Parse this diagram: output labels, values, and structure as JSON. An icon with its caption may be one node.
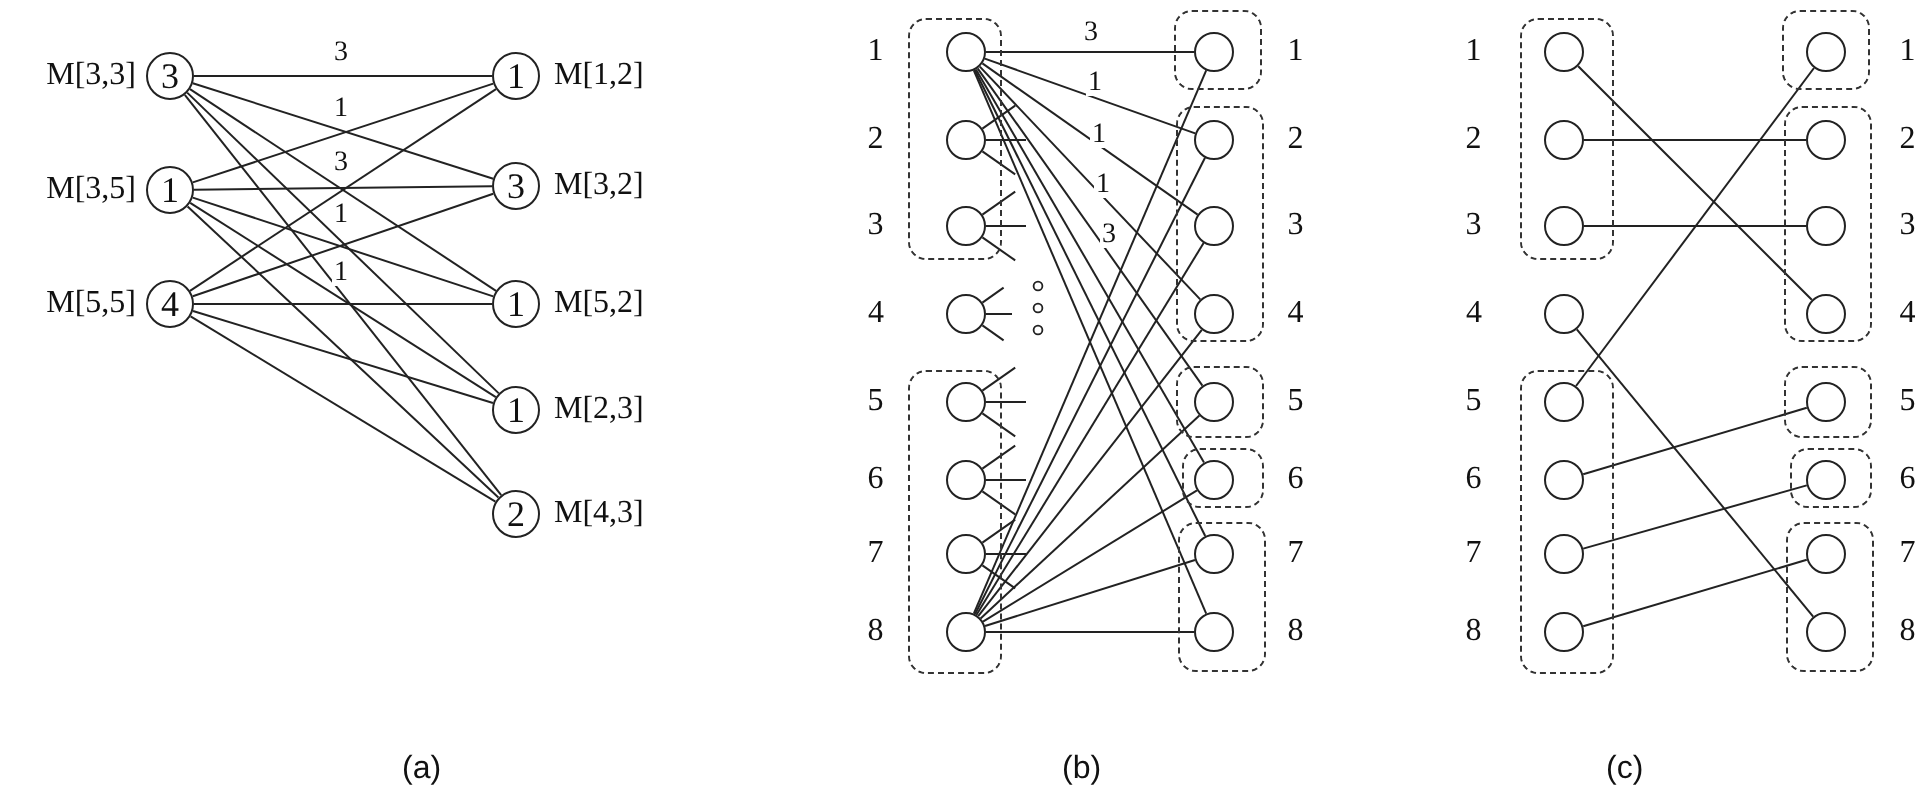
{
  "diagram": {
    "nodes": [
      {
        "text": [
          "3"
        ],
        "beside": [
          "M[3,3]"
        ]
      },
      {
        "text": [
          "1"
        ],
        "beside": [
          "M[3,5]"
        ]
      },
      {
        "text": [
          "4"
        ],
        "beside": [
          "M[5,5]"
        ]
      },
      {
        "text": [
          "1"
        ],
        "beside": [
          "M[1,2]"
        ]
      },
      {
        "text": [
          "3"
        ],
        "beside": [
          "M[3,2]"
        ]
      },
      {
        "text": [
          "1"
        ],
        "beside": [
          "M[5,2]"
        ]
      },
      {
        "text": [
          "1"
        ],
        "beside": [
          "M[2,3]"
        ]
      },
      {
        "text": [
          "2"
        ],
        "beside": [
          "M[4,3]"
        ]
      },
      {
        "text": [],
        "shape": "box"
      },
      {
        "text": [],
        "shape": "circle",
        "beside": [
          "1"
        ],
        "in": 8
      },
      {
        "text": [],
        "shape": "circle",
        "beside": [
          "2"
        ],
        "in": 8
      },
      {
        "text": [],
        "shape": "circle",
        "beside": [
          "3"
        ],
        "in": 8
      },
      {
        "text": [],
        "shape": "circle",
        "beside": [
          "4"
        ]
      },
      {
        "text": [],
        "shape": "box"
      },
      {
        "text": [],
        "shape": "circle",
        "beside": [
          "5"
        ],
        "in": 13
      },
      {
        "text": [],
        "shape": "circle",
        "beside": [
          "6"
        ],
        "in": 13
      },
      {
        "text": [],
        "shape": "circle",
        "beside": [
          "7"
        ],
        "in": 13
      },
      {
        "text": [],
        "shape": "circle",
        "beside": [
          "8"
        ],
        "in": 13
      },
      {
        "text": [],
        "shape": "box"
      },
      {
        "text": [],
        "shape": "circle",
        "beside": [
          "1"
        ],
        "in": 18
      },
      {
        "text": [],
        "shape": "box"
      },
      {
        "text": [],
        "shape": "circle",
        "beside": [
          "2"
        ],
        "in": 20
      },
      {
        "text": [],
        "shape": "circle",
        "beside": [
          "3"
        ],
        "in": 20
      },
      {
        "text": [],
        "shape": "circle",
        "beside": [
          "4"
        ],
        "in": 20
      },
      {
        "text": [],
        "shape": "box"
      },
      {
        "text": [],
        "shape": "circle",
        "beside": [
          "5"
        ],
        "in": 24
      },
      {
        "text": [],
        "shape": "box"
      },
      {
        "text": [],
        "shape": "circle",
        "beside": [
          "6"
        ],
        "in": 26
      },
      {
        "text": [],
        "shape": "box"
      },
      {
        "text": [],
        "shape": "circle",
        "beside": [
          "7"
        ],
        "in": 28
      },
      {
        "text": [],
        "shape": "circle",
        "beside": [
          "8"
        ],
        "in": 28
      },
      {
        "text": [],
        "shape": "box"
      },
      {
        "text": [],
        "shape": "circle",
        "beside": [
          "1"
        ],
        "in": 31
      },
      {
        "text": [],
        "shape": "circle",
        "beside": [
          "2"
        ],
        "in": 31
      },
      {
        "text": [],
        "shape": "circle",
        "beside": [
          "3"
        ],
        "in": 31
      },
      {
        "text": [],
        "shape": "circle",
        "beside": [
          "4"
        ]
      },
      {
        "text": [],
        "shape": "box"
      },
      {
        "text": [],
        "shape": "circle",
        "beside": [
          "5"
        ],
        "in": 36
      },
      {
        "text": [],
        "shape": "circle",
        "beside": [
          "6"
        ],
        "in": 36
      },
      {
        "text": [],
        "shape": "circle",
        "beside": [
          "7"
        ],
        "in": 36
      },
      {
        "text": [],
        "shape": "circle",
        "beside": [
          "8"
        ],
        "in": 36
      },
      {
        "text": [],
        "shape": "box"
      },
      {
        "text": [],
        "shape": "circle",
        "beside": [
          "1"
        ],
        "in": 41
      },
      {
        "text": [],
        "shape": "box"
      },
      {
        "text": [],
        "shape": "circle",
        "beside": [
          "2"
        ],
        "in": 43
      },
      {
        "text": [],
        "shape": "circle",
        "beside": [
          "3"
        ],
        "in": 43
      },
      {
        "text": [],
        "shape": "circle",
        "beside": [
          "4"
        ],
        "in": 43
      },
      {
        "text": [],
        "shape": "box"
      },
      {
        "text": [],
        "shape": "circle",
        "beside": [
          "5"
        ],
        "in": 47
      },
      {
        "text": [],
        "shape": "box"
      },
      {
        "text": [],
        "shape": "circle",
        "beside": [
          "6"
        ],
        "in": 49
      },
      {
        "text": [],
        "shape": "box"
      },
      {
        "text": [],
        "shape": "circle",
        "beside": [
          "7"
        ],
        "in": 51
      },
      {
        "text": [],
        "shape": "circle",
        "beside": [
          "8"
        ],
        "in": 51
      }
    ],
    "edges": [
      {
        "from": 0,
        "to": 3,
        "arrow": "none",
        "label": "3"
      },
      {
        "from": 0,
        "to": 4,
        "arrow": "none",
        "label": "1"
      },
      {
        "from": 0,
        "to": 5,
        "arrow": "none",
        "label": "3"
      },
      {
        "from": 0,
        "to": 6,
        "arrow": "none",
        "label": "1"
      },
      {
        "from": 0,
        "to": 7,
        "arrow": "none",
        "label": "1"
      },
      {
        "from": 1,
        "to": 3,
        "arrow": "none"
      },
      {
        "from": 1,
        "to": 4,
        "arrow": "none"
      },
      {
        "from": 1,
        "to": 5,
        "arrow": "none"
      },
      {
        "from": 1,
        "to": 6,
        "arrow": "none"
      },
      {
        "from": 1,
        "to": 7,
        "arrow": "none"
      },
      {
        "from": 2,
        "to": 3,
        "arrow": "none"
      },
      {
        "from": 2,
        "to": 4,
        "arrow": "none"
      },
      {
        "from": 2,
        "to": 5,
        "arrow": "none"
      },
      {
        "from": 2,
        "to": 6,
        "arrow": "none"
      },
      {
        "from": 2,
        "to": 7,
        "arrow": "none"
      },
      {
        "from": 9,
        "to": 19,
        "arrow": "none",
        "label": "3"
      },
      {
        "from": 9,
        "to": 21,
        "arrow": "none",
        "label": "1"
      },
      {
        "from": 9,
        "to": 22,
        "arrow": "none",
        "label": "1"
      },
      {
        "from": 9,
        "to": 23,
        "arrow": "none",
        "label": "1"
      },
      {
        "from": 9,
        "to": 25,
        "arrow": "none",
        "label": "3"
      },
      {
        "from": 9,
        "to": 27,
        "arrow": "none"
      },
      {
        "from": 9,
        "to": 29,
        "arrow": "none"
      },
      {
        "from": 9,
        "to": 30,
        "arrow": "none"
      },
      {
        "from": 17,
        "to": 19,
        "arrow": "none"
      },
      {
        "from": 17,
        "to": 21,
        "arrow": "none"
      },
      {
        "from": 17,
        "to": 22,
        "arrow": "none"
      },
      {
        "from": 17,
        "to": 23,
        "arrow": "none"
      },
      {
        "from": 17,
        "to": 25,
        "arrow": "none"
      },
      {
        "from": 17,
        "to": 27,
        "arrow": "none"
      },
      {
        "from": 17,
        "to": 29,
        "arrow": "none"
      },
      {
        "from": 17,
        "to": 30,
        "arrow": "none"
      },
      {
        "from": 10,
        "to": null,
        "arrow": "none"
      },
      {
        "from": 10,
        "to": null,
        "arrow": "none"
      },
      {
        "from": 10,
        "to": null,
        "arrow": "none"
      },
      {
        "from": 11,
        "to": null,
        "arrow": "none"
      },
      {
        "from": 11,
        "to": null,
        "arrow": "none"
      },
      {
        "from": 11,
        "to": null,
        "arrow": "none"
      },
      {
        "from": 12,
        "to": null,
        "arrow": "none"
      },
      {
        "from": 12,
        "to": null,
        "arrow": "none"
      },
      {
        "from": 12,
        "to": null,
        "arrow": "none"
      },
      {
        "from": 14,
        "to": null,
        "arrow": "none"
      },
      {
        "from": 14,
        "to": null,
        "arrow": "none"
      },
      {
        "from": 14,
        "to": null,
        "arrow": "none"
      },
      {
        "from": 15,
        "to": null,
        "arrow": "none"
      },
      {
        "from": 15,
        "to": null,
        "arrow": "none"
      },
      {
        "from": 15,
        "to": null,
        "arrow": "none"
      },
      {
        "from": 16,
        "to": null,
        "arrow": "none"
      },
      {
        "from": 16,
        "to": null,
        "arrow": "none"
      },
      {
        "from": 16,
        "to": null,
        "arrow": "none"
      },
      {
        "from": 32,
        "to": 46,
        "arrow": "none"
      },
      {
        "from": 33,
        "to": 44,
        "arrow": "none"
      },
      {
        "from": 34,
        "to": 45,
        "arrow": "none"
      },
      {
        "from": 35,
        "to": 53,
        "arrow": "none"
      },
      {
        "from": 37,
        "to": 42,
        "arrow": "none"
      },
      {
        "from": 38,
        "to": 48,
        "arrow": "none"
      },
      {
        "from": 39,
        "to": 50,
        "arrow": "none"
      },
      {
        "from": 40,
        "to": 52,
        "arrow": "none"
      }
    ],
    "labels": [
      "(a)",
      "(b)",
      "(c)"
    ]
  }
}
